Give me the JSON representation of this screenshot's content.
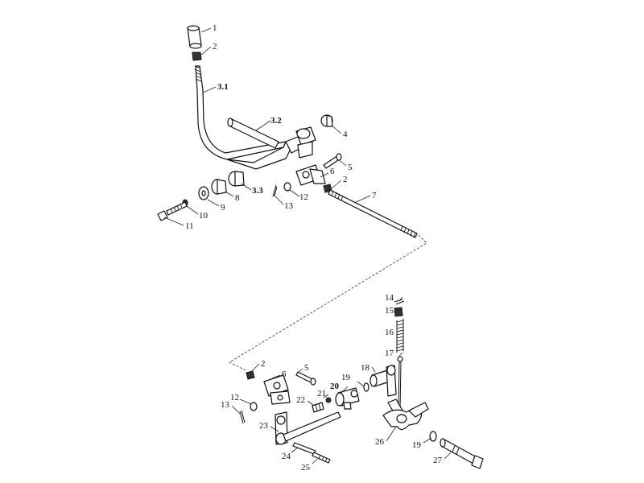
{
  "callouts": [
    {
      "id": "c1",
      "text": "1"
    },
    {
      "id": "c2a",
      "text": "2"
    },
    {
      "id": "c3_1",
      "text": "3.1"
    },
    {
      "id": "c3_2",
      "text": "3.2"
    },
    {
      "id": "c4",
      "text": "4"
    },
    {
      "id": "c5a",
      "text": "5"
    },
    {
      "id": "c6a",
      "text": "6"
    },
    {
      "id": "c2b",
      "text": "2"
    },
    {
      "id": "c7",
      "text": "7"
    },
    {
      "id": "c3_3",
      "text": "3.3"
    },
    {
      "id": "c8",
      "text": "8"
    },
    {
      "id": "c9",
      "text": "9"
    },
    {
      "id": "c10",
      "text": "10"
    },
    {
      "id": "c11",
      "text": "11"
    },
    {
      "id": "c12a",
      "text": "12"
    },
    {
      "id": "c13a",
      "text": "13"
    },
    {
      "id": "c14",
      "text": "14"
    },
    {
      "id": "c15",
      "text": "15"
    },
    {
      "id": "c16",
      "text": "16"
    },
    {
      "id": "c17",
      "text": "17"
    },
    {
      "id": "c18",
      "text": "18"
    },
    {
      "id": "c2c",
      "text": "2"
    },
    {
      "id": "c5b",
      "text": "5"
    },
    {
      "id": "c6b",
      "text": "6"
    },
    {
      "id": "c19a",
      "text": "19"
    },
    {
      "id": "c20",
      "text": "20"
    },
    {
      "id": "c21",
      "text": "21"
    },
    {
      "id": "c22",
      "text": "22"
    },
    {
      "id": "c12b",
      "text": "12"
    },
    {
      "id": "c13b",
      "text": "13"
    },
    {
      "id": "c23",
      "text": "23"
    },
    {
      "id": "c24",
      "text": "24"
    },
    {
      "id": "c25",
      "text": "25"
    },
    {
      "id": "c26",
      "text": "26"
    },
    {
      "id": "c19b",
      "text": "19"
    },
    {
      "id": "c27",
      "text": "27"
    }
  ]
}
